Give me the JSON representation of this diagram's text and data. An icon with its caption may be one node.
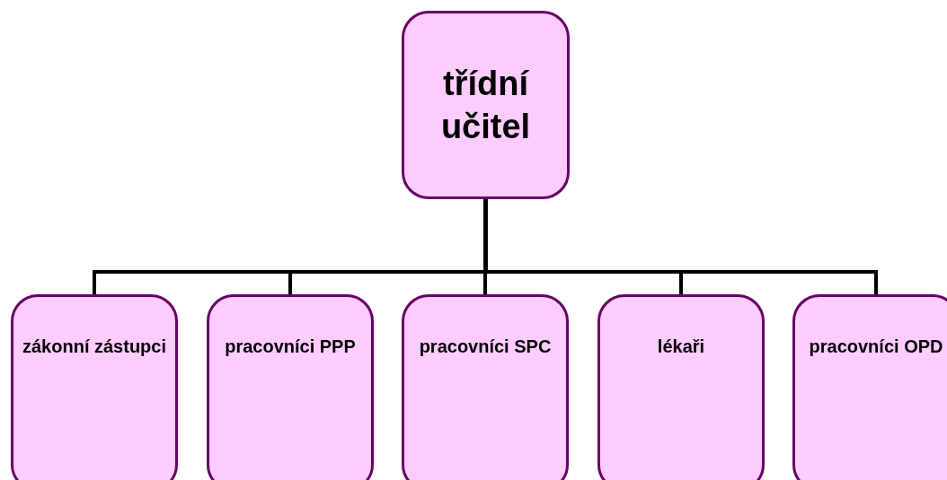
{
  "diagram": {
    "nodes": [
      {
        "text": [
          "třídní učitel"
        ]
      },
      {
        "text": [
          "zákonní zástupci"
        ]
      },
      {
        "text": [
          "pracovníci PPP"
        ]
      },
      {
        "text": [
          "pracovníci SPC"
        ]
      },
      {
        "text": [
          "lékaři"
        ]
      },
      {
        "text": [
          "pracovníci OPD"
        ]
      }
    ],
    "edges": [
      {
        "from": 0,
        "to": 1,
        "arrow": "none"
      },
      {
        "from": 0,
        "to": 2,
        "arrow": "none"
      },
      {
        "from": 0,
        "to": 3,
        "arrow": "none"
      },
      {
        "from": 0,
        "to": 4,
        "arrow": "none"
      },
      {
        "from": 0,
        "to": 5,
        "arrow": "none"
      }
    ]
  }
}
